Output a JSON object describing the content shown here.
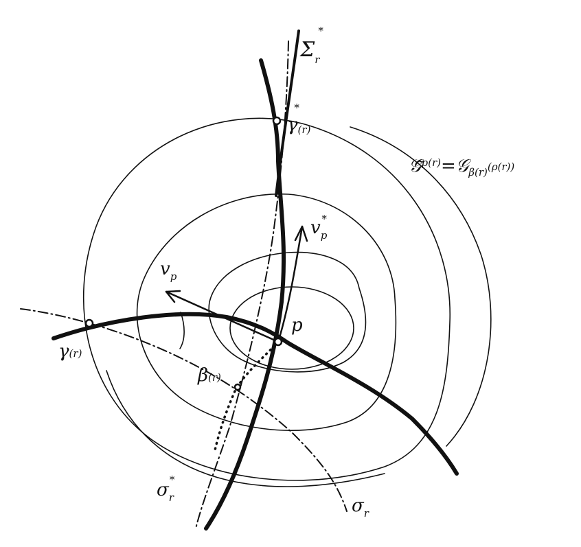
{
  "figure": {
    "colors": {
      "ink": "#111111",
      "paper": "#ffffff"
    },
    "curves": [
      {
        "name": "sigma-star-r-curve"
      },
      {
        "name": "gamma-curve"
      },
      {
        "name": "sigma-r-curve"
      },
      {
        "name": "sigma-r-star-curve"
      }
    ],
    "level_sets": {
      "count": 5,
      "style": "nested-ellipses"
    },
    "points": [
      {
        "name": "gamma-star-point"
      },
      {
        "name": "gamma-point"
      },
      {
        "name": "p-point"
      },
      {
        "name": "beta-point"
      }
    ],
    "vectors": [
      {
        "name": "v-p-vector"
      },
      {
        "name": "v-p-star-vector"
      }
    ],
    "labels": {
      "Sigma_star_r": {
        "base": "Σ",
        "sub": "r",
        "sup": "*"
      },
      "gamma_star_r": {
        "base": "γ",
        "sub": "(r)",
        "sup": "*"
      },
      "G_tilde": {
        "lhs": "𝒢̃",
        "lhs_sub": "p(r)",
        "eq": "=",
        "rhs": "𝒢",
        "rhs_sub": "β(r)",
        "rhs_arg": "(ρ(r))"
      },
      "v_p_star": {
        "base": "v",
        "sub": "p",
        "sup": "*"
      },
      "v_p": {
        "base": "v",
        "sub": "p"
      },
      "p": {
        "base": "p"
      },
      "gamma_r": {
        "base": "γ",
        "arg": "(r)"
      },
      "beta_r": {
        "base": "β",
        "arg": "(r)"
      },
      "sigma_star_r": {
        "base": "σ",
        "sub": "r",
        "sup": "*"
      },
      "sigma_r": {
        "base": "σ",
        "sub": "r"
      }
    }
  }
}
